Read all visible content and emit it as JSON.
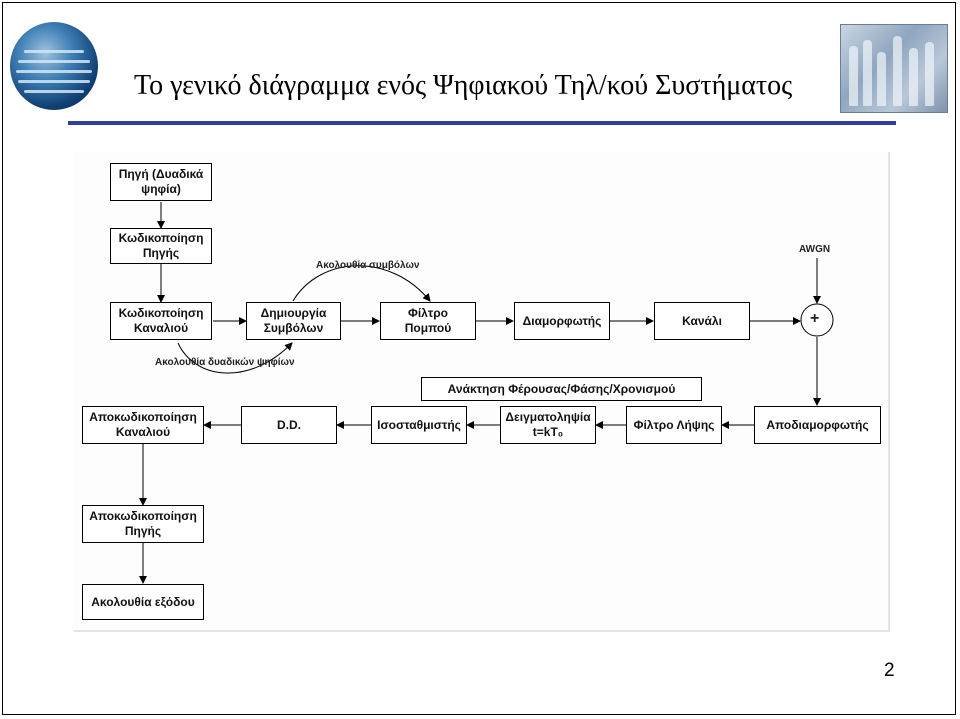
{
  "slide": {
    "title": "Το γενικό διάγραμμα ενός Ψηφιακού Τηλ/κού Συστήματος",
    "page_number": "2"
  },
  "diagram": {
    "blocks": {
      "source": "Πηγή (Δυαδικά\nψηφία)",
      "source_coding": "Κωδικοποίηση\nΠηγής",
      "channel_coding": "Κωδικοποίηση\nΚαναλιού",
      "symbol_generation": "Δημιουργία\nΣυμβόλων",
      "tx_filter": "Φίλτρο\nΠομπού",
      "modulator": "Διαμορφωτής",
      "channel": "Κανάλι",
      "demodulator": "Αποδιαμορφωτής",
      "rx_filter": "Φίλτρο Λήψης",
      "sampler": "Δειγματοληψία\nt=kT₀",
      "equalizer": "Ισοσταθμιστής",
      "dd": "D.D.",
      "channel_decoding": "Αποκωδικοποίηση\nΚαναλιού",
      "source_decoding": "Αποκωδικοποίηση\nΠηγής",
      "output": "Ακολουθία εξόδου",
      "recovery": "Ανάκτηση Φέρουσας/Φάσης/Χρονισμού"
    },
    "labels": {
      "awgn": "AWGN",
      "adder": "+",
      "symbol_sequence": "Ακολουθία συμβόλων",
      "binary_sequence": "Ακολουθία δυαδικών ψηφίων"
    }
  }
}
